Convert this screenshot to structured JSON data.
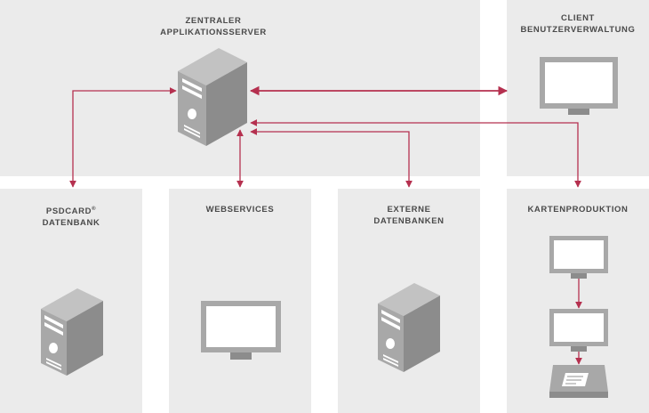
{
  "labels": {
    "app_server_line1": "ZENTRALER",
    "app_server_line2": "APPLIKATIONSSERVER",
    "client_line1": "CLIENT",
    "client_line2": "BENUTZERVERWALTUNG",
    "psdcard_line1": "PSDCARD",
    "psdcard_sup": "®",
    "psdcard_line2": "DATENBANK",
    "webservices": "WEBSERVICES",
    "externe_line1": "EXTERNE",
    "externe_line2": "DATENBANKEN",
    "kartenproduktion": "KARTENPRODUKTION"
  },
  "colors": {
    "panel_bg": "#ebebeb",
    "arrow": "#b5304f",
    "device_gray": "#a8a8a8",
    "device_dark": "#8c8c8c",
    "screen": "#ffffff",
    "text": "#4a4a4a"
  }
}
